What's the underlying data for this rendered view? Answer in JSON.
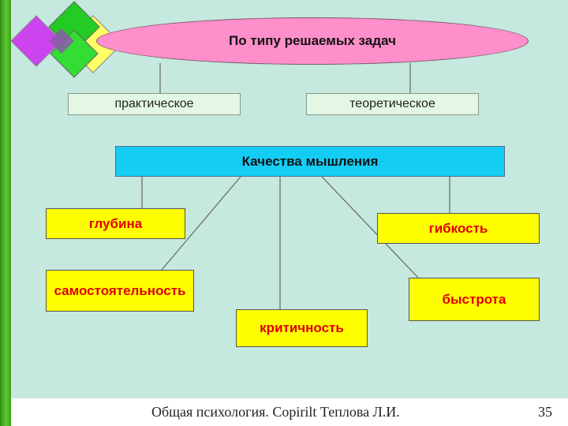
{
  "diagram": {
    "type_heading": "По типу решаемых задач",
    "types": [
      "практическое",
      "теоретическое"
    ],
    "qualities_heading": "Качества мышления",
    "qualities": [
      "глубина",
      "самостоятельность",
      "критичность",
      "гибкость",
      "быстрота"
    ]
  },
  "footer": {
    "text": "Общая психология. Copirilt Теплова Л.И.",
    "page_number": "35"
  },
  "colors": {
    "background": "#c5e8df",
    "ellipse": "#ff8fca",
    "header_box": "#14cdf5",
    "quality_box": "#ffff00",
    "quality_text": "#e00000",
    "type_box": "#e4f7e4"
  }
}
